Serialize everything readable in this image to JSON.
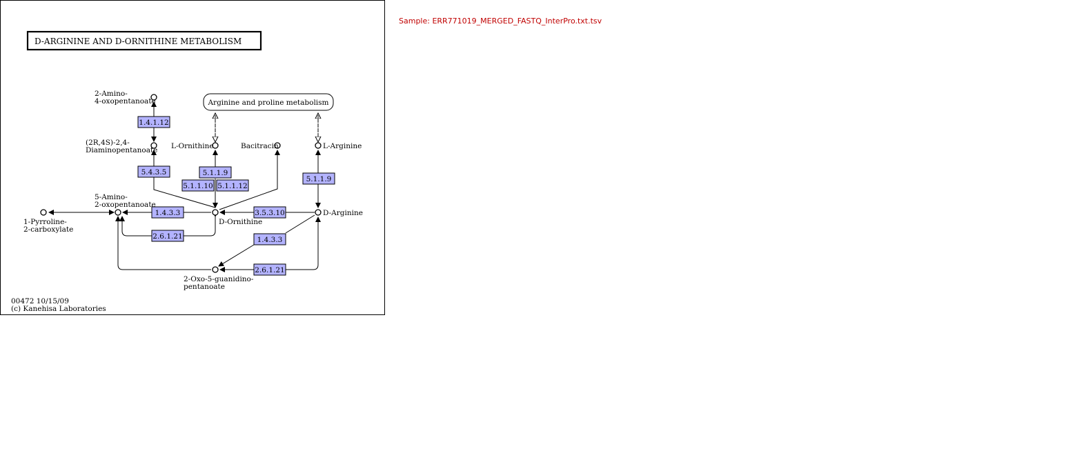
{
  "sample_label": "Sample: ERR771019_MERGED_FASTQ_InterPro.txt.tsv",
  "map": {
    "title": "D-ARGININE AND D-ORNITHINE METABOLISM",
    "map_id_date": "00472 10/15/09",
    "copyright": "(c) Kanehisa Laboratories",
    "linked_pathway": "Arginine and proline metabolism",
    "compounds": {
      "amino_oxopentanoate_line1": "2-Amino-",
      "amino_oxopentanoate_line2": "4-oxopentanoate",
      "diaminopentanoate_line1": "(2R,4S)-2,4-",
      "diaminopentanoate_line2": "Diaminopentanoate",
      "l_ornithine": "L-Ornithine",
      "bacitracin": "Bacitracin",
      "l_arginine": "L-Arginine",
      "amino_2_oxo_line1": "5-Amino-",
      "amino_2_oxo_line2": "2-oxopentanoate",
      "pyrroline_line1": "1-Pyrroline-",
      "pyrroline_line2": "2-carboxylate",
      "d_ornithine": "D-Ornithine",
      "d_arginine": "D-Arginine",
      "guanidino_line1": "2-Oxo-5-guanidino-",
      "guanidino_line2": "pentanoate"
    },
    "enzymes": {
      "e1": "1.4.1.12",
      "e2": "5.4.3.5",
      "e3": "5.1.1.9",
      "e4": "5.1.1.10",
      "e5": "5.1.1.12",
      "e6": "5.1.1.9",
      "e7": "1.4.3.3",
      "e8": "3.5.3.10",
      "e9": "2.6.1.21",
      "e10": "1.4.3.3",
      "e11": "2.6.1.21"
    },
    "colors": {
      "enzyme_fill": "#b3b3ff",
      "sample_text": "#c00000"
    }
  }
}
